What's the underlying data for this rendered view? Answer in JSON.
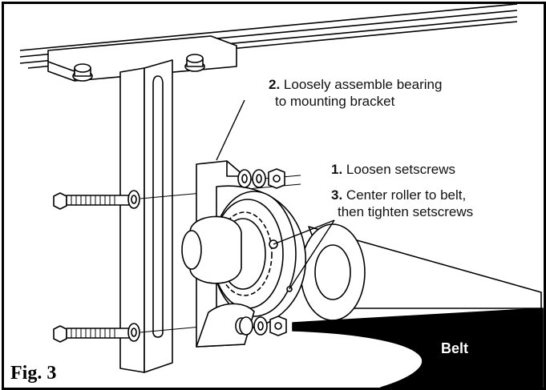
{
  "figure": {
    "label": "Fig. 3",
    "belt_label": "Belt",
    "steps": [
      {
        "number": "2.",
        "lines": [
          "Loosely assemble bearing",
          "to mounting bracket"
        ]
      },
      {
        "number": "1.",
        "lines": [
          "Loosen setscrews"
        ]
      },
      {
        "number": "3.",
        "lines": [
          "Center roller to belt,",
          "then tighten setscrews"
        ]
      }
    ]
  },
  "colors": {
    "line": "#000000",
    "fill": "#ffffff",
    "belt": "#000000"
  },
  "icons": [
    "bolt-icon",
    "nut-icon",
    "washer-icon",
    "bearing-icon",
    "roller-icon"
  ]
}
